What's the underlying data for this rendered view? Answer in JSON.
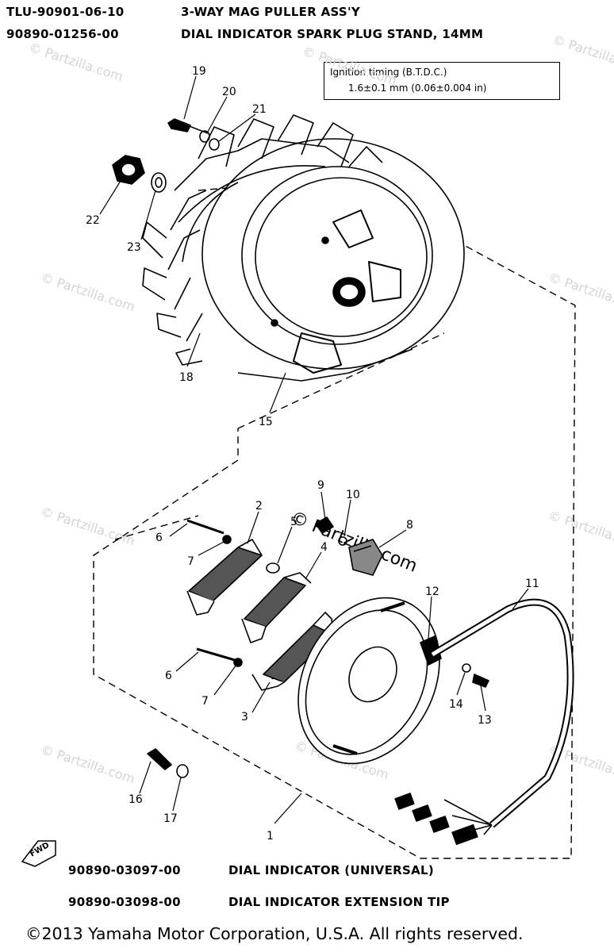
{
  "tools_top": [
    {
      "part_number": "TLU-90901-06-10",
      "description": "3-WAY MAG PULLER ASS'Y"
    },
    {
      "part_number": "90890-01256-00",
      "description": "DIAL INDICATOR SPARK PLUG STAND, 14MM"
    }
  ],
  "tools_bottom": [
    {
      "part_number": "90890-03097-00",
      "description": "DIAL INDICATOR (UNIVERSAL)"
    },
    {
      "part_number": "90890-03098-00",
      "description": "DIAL INDICATOR EXTENSION TIP"
    }
  ],
  "timing_box": {
    "title": "Ignition timing (B.T.D.C.)",
    "value": "1.6±0.1 mm (0.06±0.004 in)"
  },
  "callouts": [
    "19",
    "20",
    "21",
    "22",
    "23",
    "18",
    "15",
    "9",
    "10",
    "8",
    "2",
    "5",
    "4",
    "6",
    "7",
    "12",
    "11",
    "6",
    "7",
    "3",
    "14",
    "13",
    "16",
    "17",
    "1"
  ],
  "fwd_label": "FWD",
  "watermark": {
    "small": "© Partzilla.com",
    "large": "© Partzilla.com"
  },
  "copyright": "©2013 Yamaha Motor Corporation, U.S.A. All rights reserved."
}
